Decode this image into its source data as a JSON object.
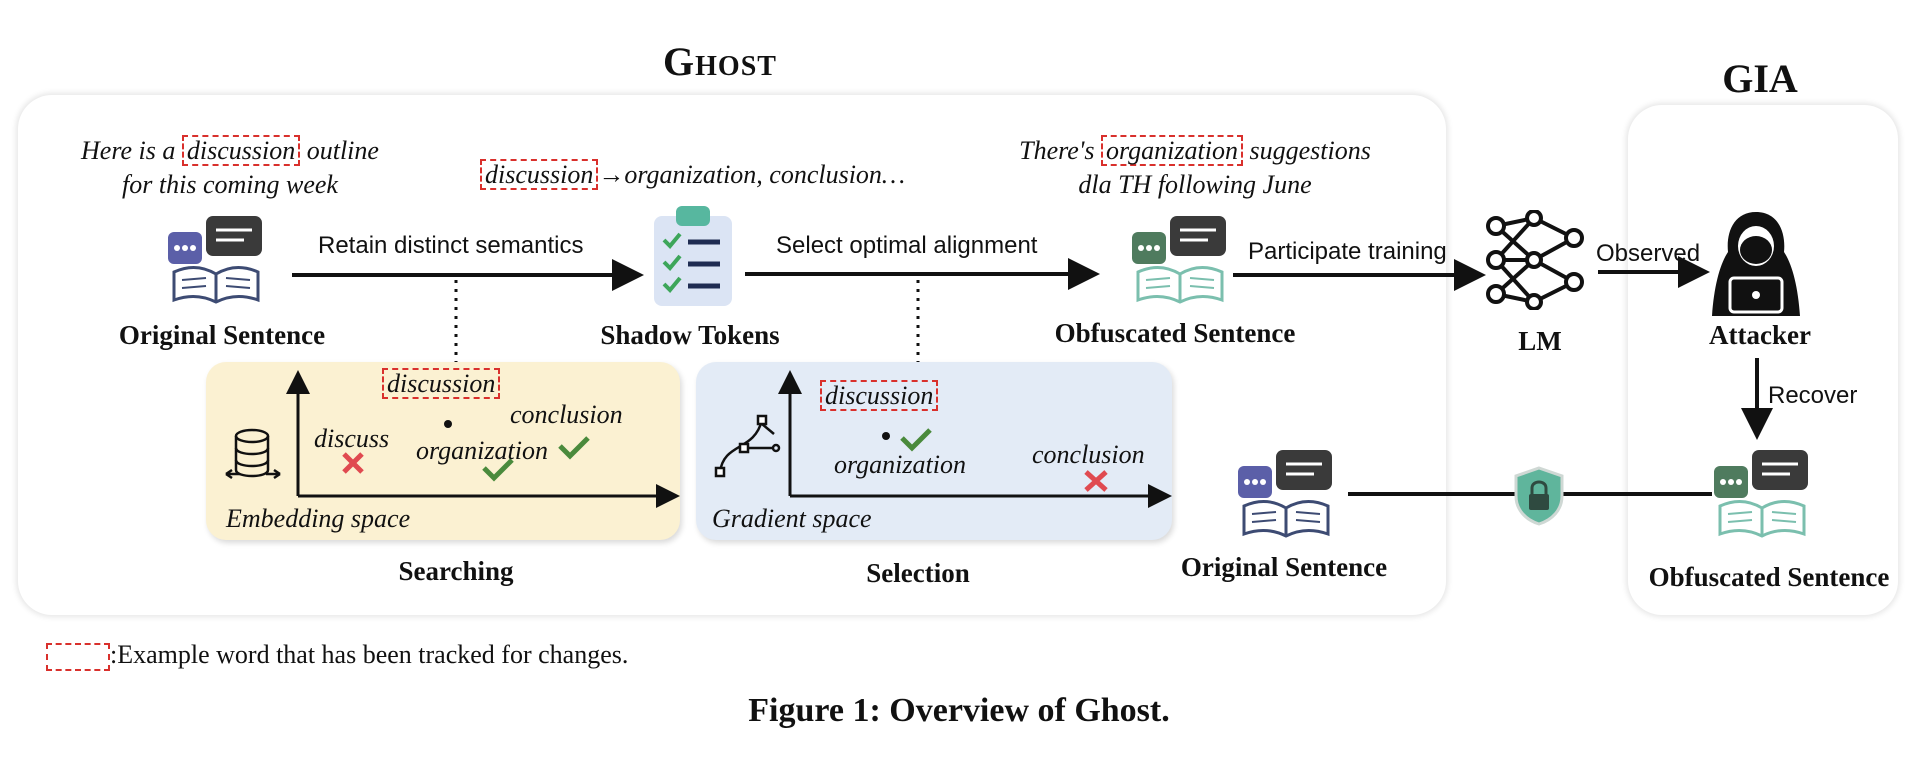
{
  "ghost_title": "Ghost",
  "gia_title": "GIA",
  "orig_sentence_pre": "Here is a",
  "orig_sentence_word": "discussion",
  "orig_sentence_post": "outline",
  "orig_sentence_line2": "for this coming week",
  "shadow_word": "discussion",
  "shadow_candidates": "organization, conclusion…",
  "obf_sentence_pre": "There's",
  "obf_sentence_word": "organization",
  "obf_sentence_post": "suggestions",
  "obf_sentence_line2": "dla TH following June",
  "arrow_retain": "Retain distinct semantics",
  "arrow_select": "Select optimal alignment",
  "arrow_participate": "Participate training",
  "arrow_observed": "Observed",
  "arrow_recover": "Recover",
  "label_original_1": "Original Sentence",
  "label_shadow": "Shadow Tokens",
  "label_obfuscated_1": "Obfuscated Sentence",
  "label_lm": "LM",
  "label_attacker": "Attacker",
  "label_original_2": "Original Sentence",
  "label_obfuscated_2": "Obfuscated Sentence",
  "embed_panel": {
    "word_discussion": "discussion",
    "word_conclusion": "conclusion",
    "word_discuss": "discuss",
    "word_organization": "organization",
    "caption": "Embedding space",
    "section_label": "Searching",
    "bg_color": "#fbf1d2"
  },
  "grad_panel": {
    "word_discussion": "discussion",
    "word_organization": "organization",
    "word_conclusion": "conclusion",
    "caption": "Gradient space",
    "section_label": "Selection",
    "bg_color": "#e3ebf6"
  },
  "legend_text": ":Example word that has been tracked for changes.",
  "figure_caption": "Figure 1: Overview of Ghost.",
  "colors": {
    "tracked_box": "#d9302c",
    "check": "#4a8a3c",
    "cross": "#e04a50",
    "book_blue_bubble": "#5b5fa8",
    "book_green_bubble": "#4f7b5e",
    "book_dark_bubble": "#3a3a3a"
  },
  "icons": [
    "book-chat-icon",
    "clipboard-checklist-icon",
    "neural-network-icon",
    "hacker-icon",
    "database-icon",
    "bezier-curve-icon",
    "shield-lock-icon"
  ]
}
